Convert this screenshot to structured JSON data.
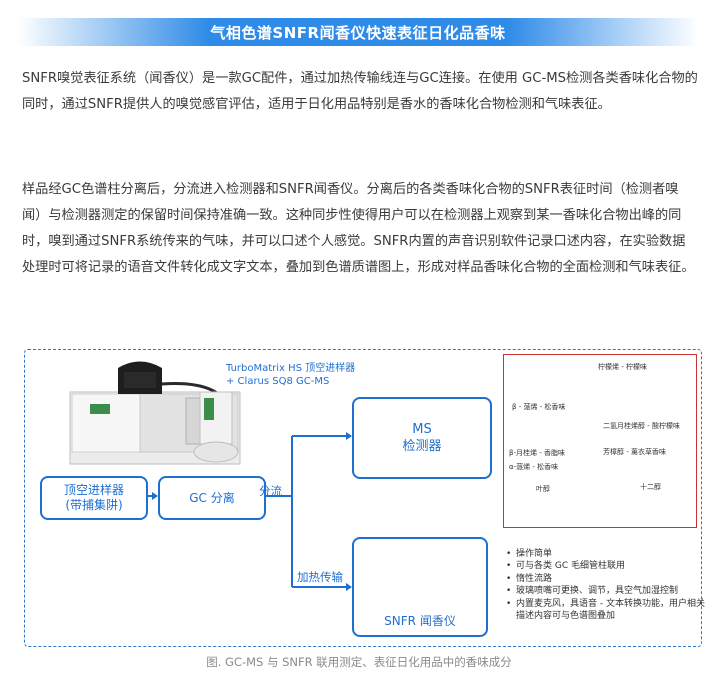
{
  "banner": {
    "title": "气相色谱SNFR闻香仪快速表征日化品香味"
  },
  "paragraphs": [
    "SNFR嗅觉表征系统（闻香仪）是一款GC配件，通过加热传输线连与GC连接。在使用 GC-MS检测各类香味化合物的同时，通过SNFR提供人的嗅觉感官评估，适用于日化用品特别是香水的香味化合物检测和气味表征。",
    "样品经GC色谱柱分离后，分流进入检测器和SNFR闻香仪。分离后的各类香味化合物的SNFR表征时间（检测者嗅闻）与检测器测定的保留时间保持准确一致。这种同步性使得用户可以在检测器上观察到某一香味化合物出峰的同时，嗅到通过SNFR系统传来的气味，并可以口述个人感觉。SNFR内置的声音识别软件记录口述内容，在实验数据处理时可将记录的语音文件转化成文字文本，叠加到色谱质谱图上，形成对样品香味化合物的全面检测和气味表征。"
  ],
  "diagram": {
    "instrument_label_line1": "TurboMatrix HS 顶空进样器",
    "instrument_label_line2": "+ Clarus SQ8 GC-MS",
    "headspace_line1": "顶空进样器",
    "headspace_line2": "(带捕集阱)",
    "gc_label": "GC 分离",
    "split_label": "分流",
    "ms_line1": "MS",
    "ms_line2": "检测器",
    "heat_label": "加热传输",
    "snfr_label": "SNFR 闻香仪",
    "features": [
      "操作简单",
      "可与各类 GC 毛细管柱联用",
      "惰性流路",
      "玻璃喷嘴可更换、调节，具空气加湿控制",
      "内置麦克风，具语音 - 文本转换功能，用户相关描述内容可与色谱图叠加"
    ]
  },
  "chromatogram": {
    "annotations": [
      "柠檬烯 - 柠檬味",
      "β - 蒎烯 - 松香味",
      "二氢月桂烯醇 - 酸柠檬味",
      "β-月桂烯 - 香脂味",
      "α-蒎烯 - 松香味",
      "芳樟醇 - 薰衣草香味",
      "叶醇",
      "十二醇"
    ],
    "colors": {
      "frame": "#cc3333",
      "trace": "#e23b3b",
      "label": "#333333"
    }
  },
  "caption": "图. GC-MS 与 SNFR 联用测定、表征日化用品中的香味成分",
  "colors": {
    "accent": "#2f8be8",
    "box": "#1f6fd0"
  }
}
